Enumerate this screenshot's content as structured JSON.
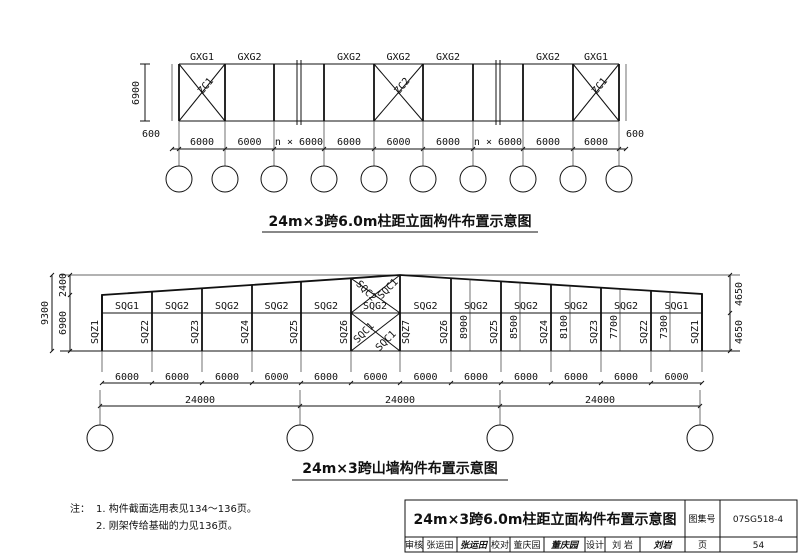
{
  "top_elevation": {
    "title": "24m×3跨6.0m柱距立面构件布置示意图",
    "height_dim": "6900",
    "edge_dim": "600",
    "beam_labels": [
      "GXG1",
      "GXG2",
      "",
      "GXG2",
      "GXG2",
      "GXG2",
      "",
      "GXG2",
      "GXG1"
    ],
    "brace_labels": [
      "ZC1",
      "",
      "",
      "",
      "ZC2",
      "",
      "",
      "",
      "ZC1"
    ],
    "span_dims": [
      "6000",
      "6000",
      "n × 6000",
      "6000",
      "6000",
      "6000",
      "n × 6000",
      "6000",
      "6000"
    ]
  },
  "gable_elevation": {
    "title": "24m×3跨山墙构件布置示意图",
    "left_dims": {
      "total": "9300",
      "upper": "2400",
      "lower": "6900"
    },
    "right_dims": {
      "upper": "4650",
      "lower": "4650"
    },
    "beam_labels": [
      "SQG1",
      "SQG2",
      "SQG2",
      "SQG2",
      "SQG2",
      "SQG2",
      "SQG2",
      "SQG2",
      "SQG2",
      "SQG2",
      "SQG2",
      "SQG1"
    ],
    "brace_labels": [
      "SQC1",
      "SQC2",
      "SQC1",
      "SQC1"
    ],
    "column_labels": [
      "SQZ1",
      "SQZ2",
      "SQZ3",
      "SQZ4",
      "SQZ5",
      "SQZ6",
      "SQZ7",
      "SQZ6",
      "SQZ5",
      "SQZ4",
      "SQZ3",
      "SQZ2",
      "SQZ1"
    ],
    "height_labels": [
      "8900",
      "8500",
      "8100",
      "7700",
      "7300"
    ],
    "bay_dims": [
      "6000",
      "6000",
      "6000",
      "6000",
      "6000",
      "6000",
      "6000",
      "6000",
      "6000",
      "6000",
      "6000",
      "6000"
    ],
    "span_dims": [
      "24000",
      "24000",
      "24000"
    ]
  },
  "notes": {
    "prefix": "注：",
    "items": [
      "1. 构件截面选用表见134～136页。",
      "2. 刚架传给基础的力见136页。"
    ]
  },
  "title_block": {
    "drawing_title": "24m×3跨6.0m柱距立面构件布置示意图",
    "atlas_label": "图集号",
    "atlas_no": "07SG518-4",
    "review_label": "审核",
    "reviewer": "张运田",
    "reviewer_sign": "张运田",
    "check_label": "校对",
    "checker": "董庆园",
    "checker_sign": "董庆园",
    "design_label": "设计",
    "designer": "刘 岩",
    "designer_sign": "刘岩",
    "page_label": "页",
    "page_no": "54"
  }
}
